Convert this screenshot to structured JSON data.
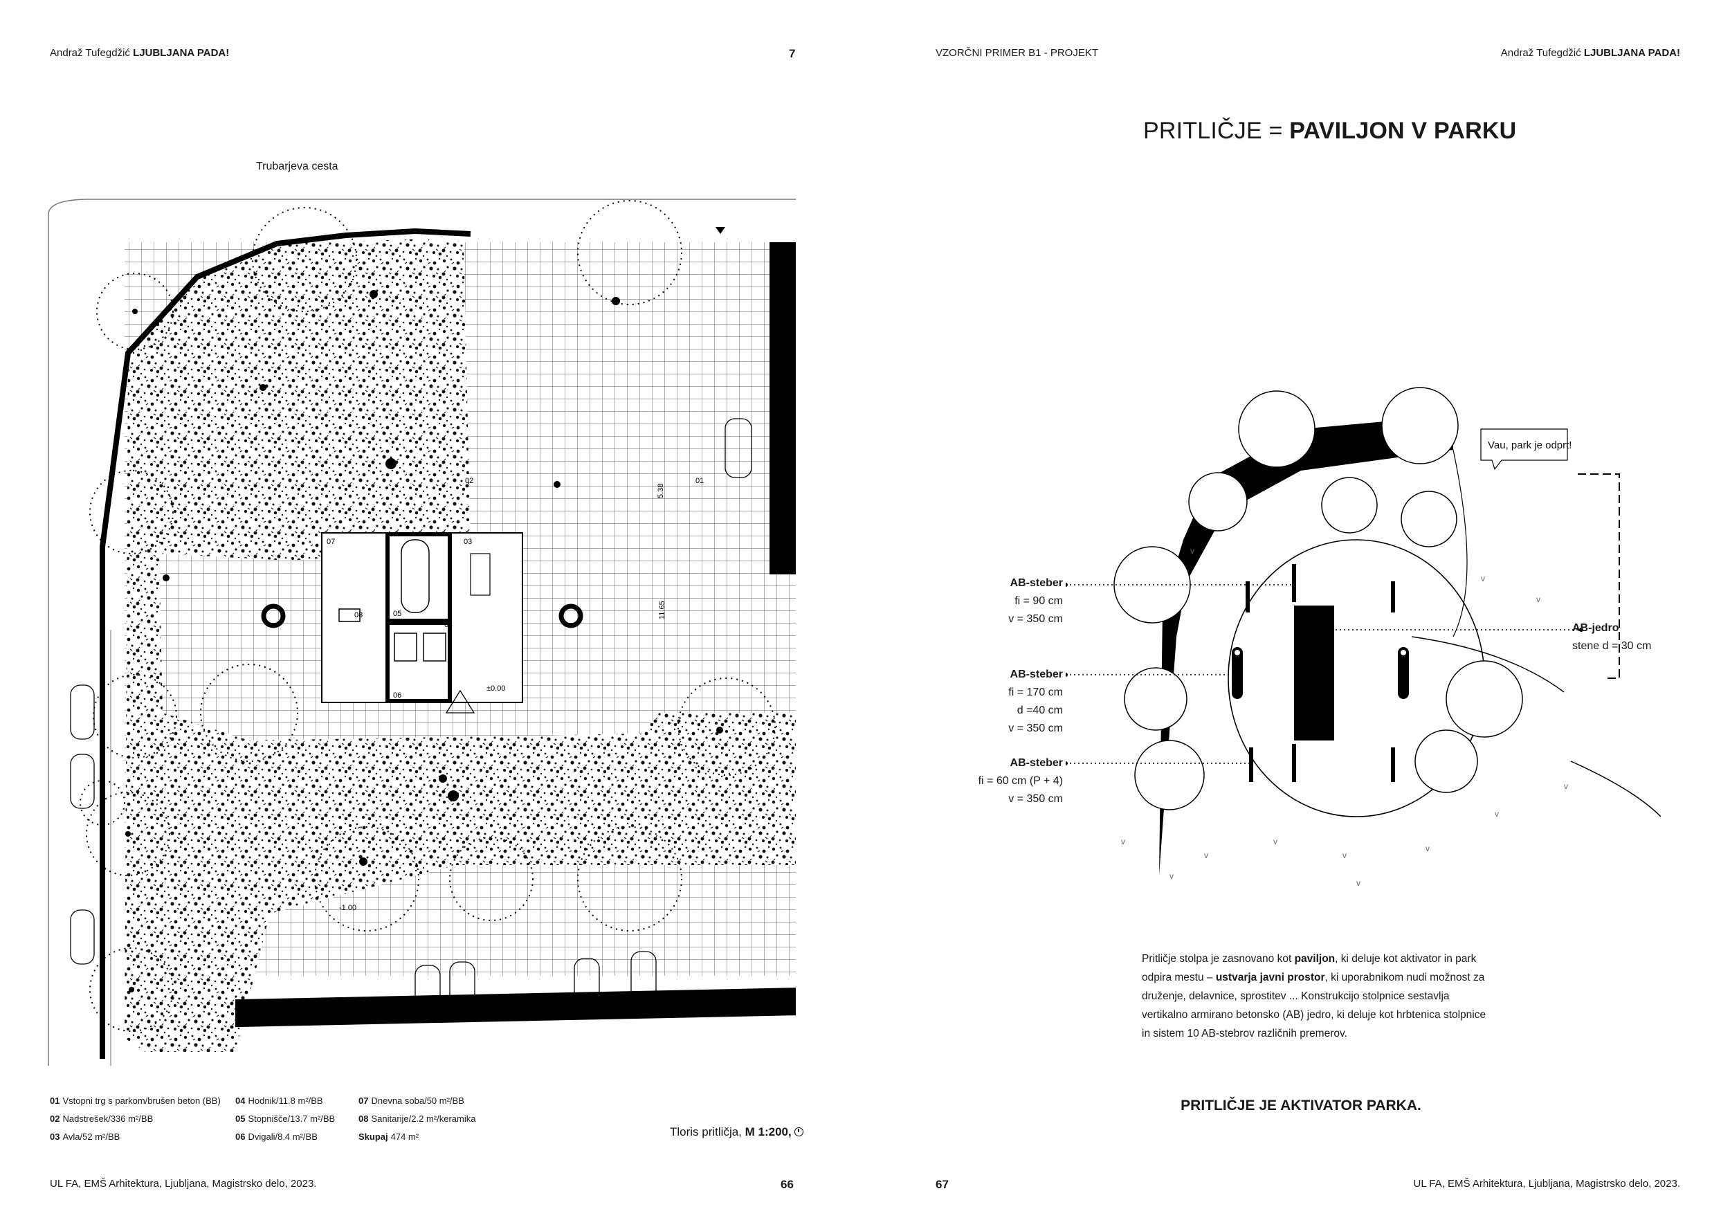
{
  "left_page": {
    "header_author": "Andraž Tufegdžić",
    "header_title": "LJUBLJANA PADA!",
    "header_page_marker": "7",
    "street_label": "Trubarjeva cesta",
    "plan_room_numbers": [
      "01",
      "02",
      "03",
      "04",
      "05",
      "06",
      "07",
      "08"
    ],
    "plan_dimensions": [
      "5.38",
      "11.65"
    ],
    "plan_levels": [
      "±0.00",
      "-1.00"
    ],
    "legend": [
      {
        "num": "01",
        "text": "Vstopni trg s parkom/brušen beton (BB)"
      },
      {
        "num": "02",
        "text": "Nadstrešek/336 m²/BB"
      },
      {
        "num": "03",
        "text": "Avla/52 m²/BB"
      },
      {
        "num": "04",
        "text": "Hodnik/11.8 m²/BB"
      },
      {
        "num": "05",
        "text": "Stopnišče/13.7 m²/BB"
      },
      {
        "num": "06",
        "text": "Dvigali/8.4 m²/BB"
      },
      {
        "num": "07",
        "text": "Dnevna soba/50 m²/BB"
      },
      {
        "num": "08",
        "text": "Sanitarije/2.2 m²/keramika"
      },
      {
        "num": "Skupaj",
        "text": "474 m²"
      }
    ],
    "caption_text": "Tloris pritličja,",
    "caption_scale": "M 1:200,",
    "footer_text": "UL FA, EMŠ Arhitektura, Ljubljana, Magistrsko delo, 2023.",
    "page_number": "66"
  },
  "right_page": {
    "header_left": "VZORČNI PRIMER B1 - PROJEKT",
    "header_author": "Andraž Tufegdžić",
    "header_title": "LJUBLJANA PADA!",
    "title_light": "PRITLIČJE =",
    "title_bold": "PAVILJON V PARKU",
    "speech_bubble": "Vau, park je odprt!",
    "labels": [
      {
        "name": "AB-steber",
        "lines": [
          "fi = 90 cm",
          "v = 350 cm"
        ]
      },
      {
        "name": "AB-steber",
        "lines": [
          "fi = 170 cm",
          "d =40 cm",
          "v = 350 cm"
        ]
      },
      {
        "name": "AB-steber",
        "lines": [
          "fi = 60 cm (P + 4)",
          "v = 350 cm"
        ]
      }
    ],
    "core_label": {
      "name": "AB-jedro",
      "line": "stene d = 30 cm"
    },
    "description": {
      "p1": "Pritličje stolpa je zasnovano kot ",
      "b1": "paviljon",
      "p2": ", ki deluje kot aktivator in park odpira mestu – ",
      "b2": "ustvarja javni prostor",
      "p3": ", ki uporabnikom nudi možnost za druženje, delavnice, sprostitev ... Konstrukcijo stolpnice sestavlja vertikalno armirano betonsko (AB) jedro, ki deluje kot hrbtenica stolpnice in sistem 10 AB-stebrov različnih premerov."
    },
    "claim": "PRITLIČJE JE AKTIVATOR PARKA.",
    "footer_text": "UL FA, EMŠ Arhitektura, Ljubljana, Magistrsko delo, 2023.",
    "page_number": "67"
  }
}
